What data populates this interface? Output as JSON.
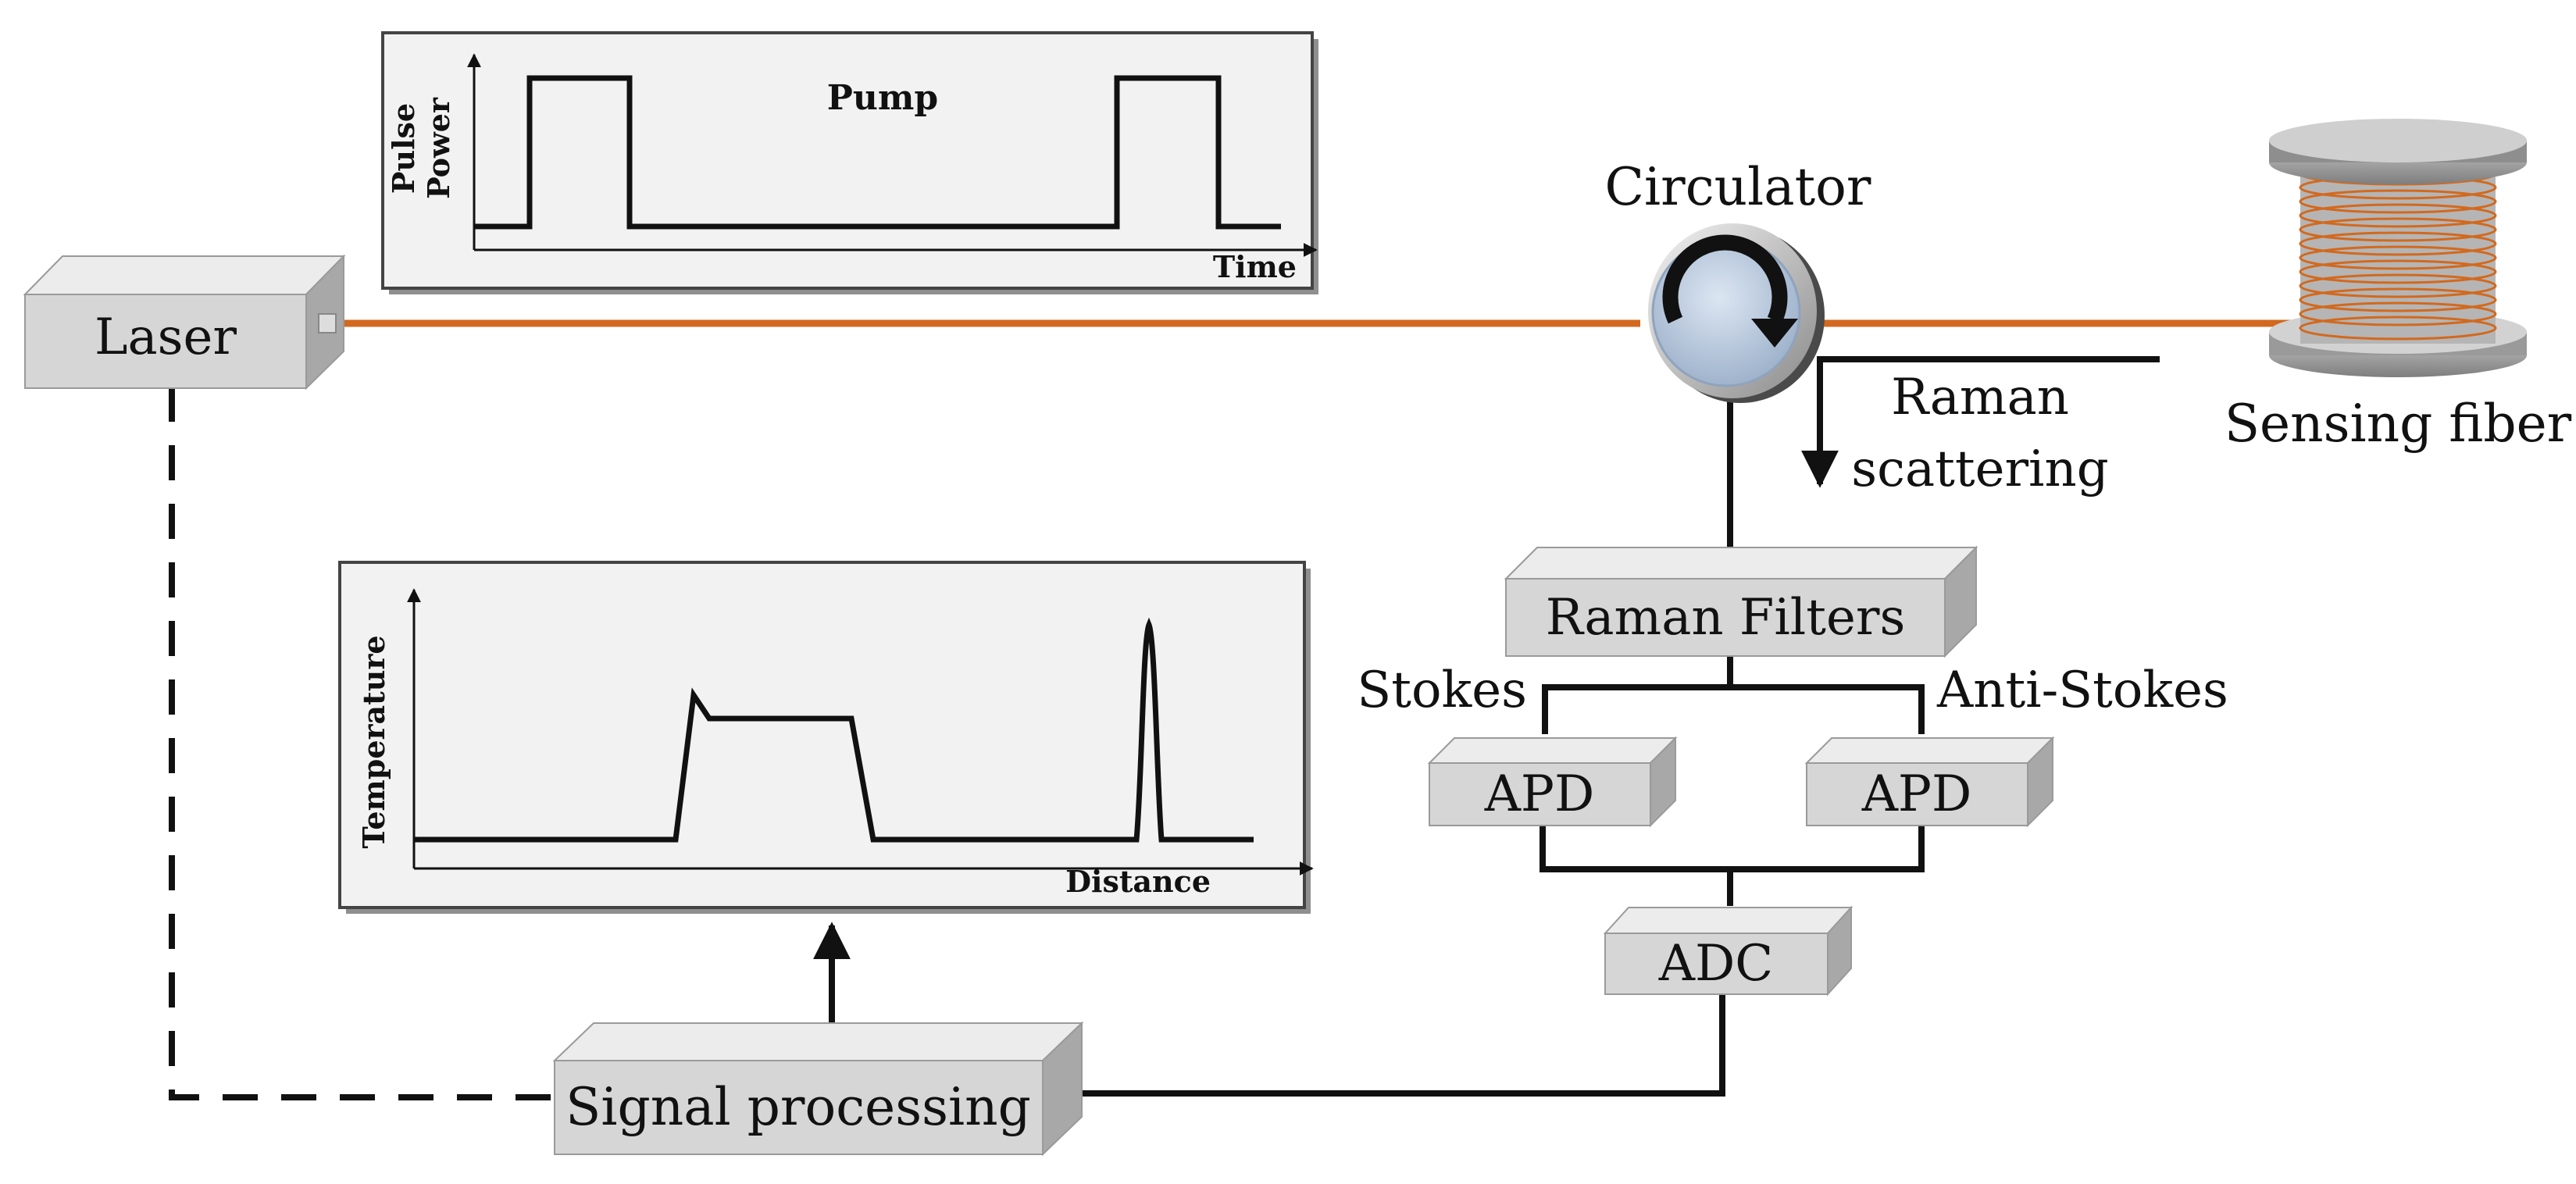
{
  "components": {
    "laser": "Laser",
    "circulator": "Circulator",
    "sensing_fiber": "Sensing fiber",
    "raman_filters": "Raman Filters",
    "apd_left": "APD",
    "apd_right": "APD",
    "adc": "ADC",
    "signal_processing": "Signal processing"
  },
  "signals": {
    "raman_line1": "Raman",
    "raman_line2": "scattering",
    "stokes": "Stokes",
    "anti_stokes": "Anti-Stokes"
  },
  "pump_plot": {
    "title": "Pump",
    "ylabel_line1": "Pulse",
    "ylabel_line2": "Power",
    "xlabel": "Time"
  },
  "temp_plot": {
    "ylabel": "Temperature",
    "xlabel": "Distance"
  },
  "colors": {
    "fiber": "#d2691e",
    "box_face": "#d6d6d6",
    "box_top": "#e8e8e8",
    "box_side": "#a9a9a9",
    "plot_bg": "#f2f2f2",
    "circulator": "#b8c8dc"
  },
  "icons": {
    "circulator": "circular-arrow-icon",
    "sensing_fiber": "fiber-spool-icon"
  }
}
